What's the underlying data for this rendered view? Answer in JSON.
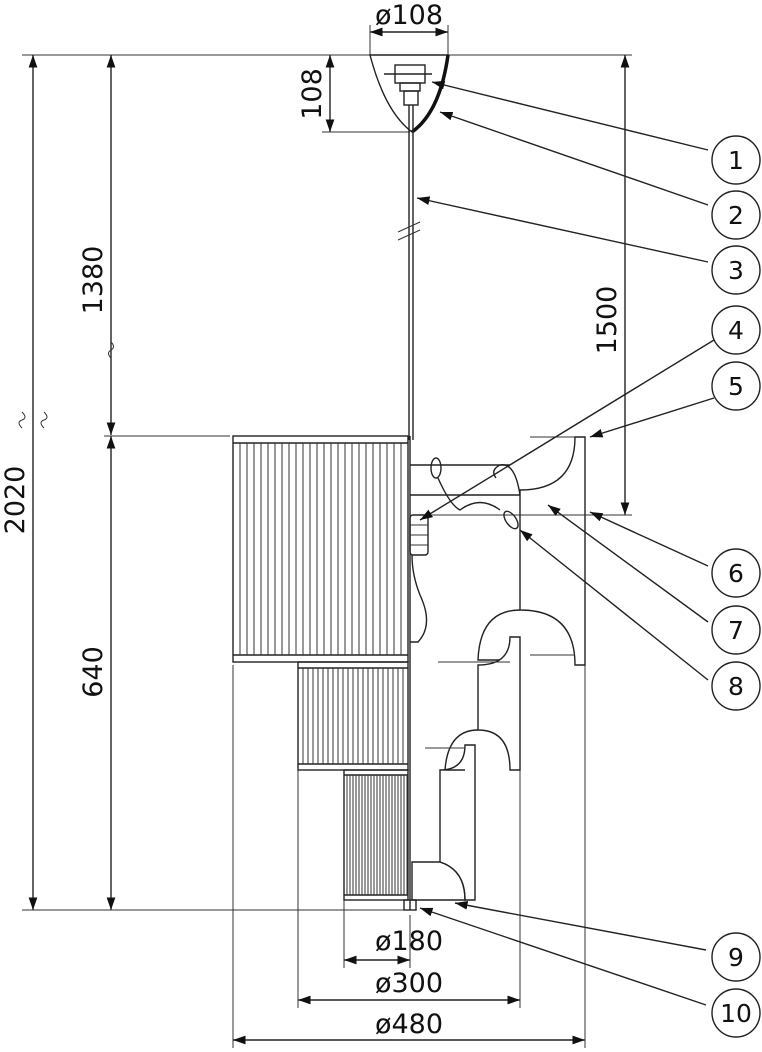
{
  "dimensions": {
    "top_diameter": "ø108",
    "canopy_height": "108",
    "overall_height": "2020",
    "cable_length": "1380",
    "lower_height": "640",
    "suspension_height": "1500",
    "dia_small": "ø180",
    "dia_medium": "ø300",
    "dia_large": "ø480"
  },
  "callouts": [
    "1",
    "2",
    "3",
    "4",
    "5",
    "6",
    "7",
    "8",
    "9",
    "10"
  ]
}
